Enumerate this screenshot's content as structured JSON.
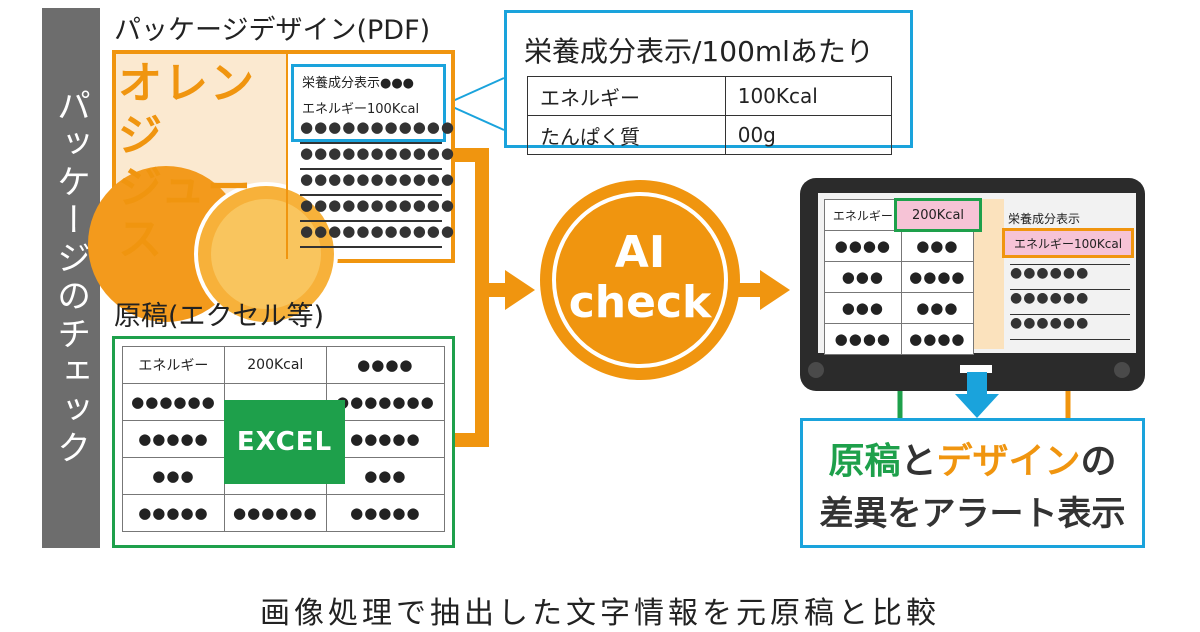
{
  "sidebar": {
    "label": "パッケージのチェック"
  },
  "package": {
    "heading": "パッケージデザイン(PDF)",
    "product_line1": "オレンジ",
    "product_line2": "ジュース",
    "label_line1": "栄養成分表示●●●",
    "label_line2": "エネルギー100Kcal",
    "dot_rows": [
      "●●●●●●●●●●●",
      "●●●●●●●●●●●",
      "●●●●●●●●●●●",
      "●●●●●●●●●●●",
      "●●●●●●●●●●●"
    ]
  },
  "callout": {
    "title": "栄養成分表示/100mlあたり",
    "rows": [
      {
        "label": "エネルギー",
        "value": "100Kcal"
      },
      {
        "label": "たんぱく質",
        "value": "00g"
      }
    ]
  },
  "manuscript": {
    "heading": "原稿(エクセル等)",
    "badge": "EXCEL",
    "rows": [
      [
        "エネルギー",
        "200Kcal",
        "●●●●"
      ],
      [
        "●●●●●●",
        "",
        "●●●●●●●"
      ],
      [
        "●●●●●",
        "",
        "●●●●●"
      ],
      [
        "●●●",
        "",
        "●●●"
      ],
      [
        "●●●●●",
        "●●●●●●",
        "●●●●●"
      ]
    ]
  },
  "ai": {
    "line1": "AI",
    "line2": "check"
  },
  "tablet": {
    "rows": [
      [
        "エネルギー",
        ""
      ],
      [
        "●●●●",
        "●●●"
      ],
      [
        "●●●",
        "●●●●"
      ],
      [
        "●●●",
        "●●●"
      ],
      [
        "●●●●",
        "●●●●"
      ]
    ],
    "green_highlight": "200Kcal",
    "orange_highlight": "エネルギー100Kcal",
    "label_snippet": "栄養成分表示",
    "dot_rows": [
      "●●●●●●",
      "●●●●●●",
      "●●●●●●",
      "●●●●●●"
    ]
  },
  "result": {
    "part1": "原稿",
    "part2": "と",
    "part3": "デザイン",
    "part4": "の",
    "line2": "差異をアラート表示"
  },
  "caption": "画像処理で抽出した文字情報を元原稿と比較",
  "colors": {
    "orange": "#f0950f",
    "green": "#1ea04b",
    "blue": "#1aa3dc",
    "gray": "#6d6d6d",
    "pink": "#f6c3d6"
  }
}
